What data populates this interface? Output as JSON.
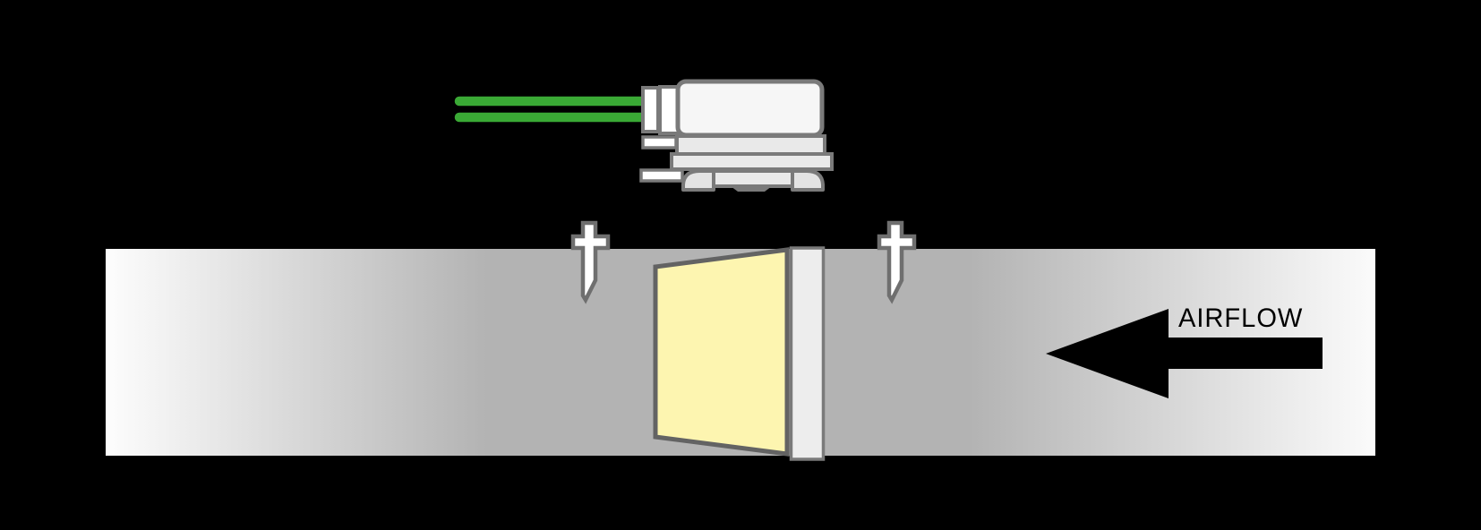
{
  "diagram": {
    "airflow_label": "AIRFLOW",
    "components": {
      "device": "duct-pressure-sensor",
      "wires": "green-wire-leads",
      "screw_left": "mounting-screw",
      "screw_right": "mounting-screw",
      "duct": "air-duct",
      "filter_panel": "filter-panel",
      "filter_frame": "filter-frame-rail",
      "arrow": "airflow-direction-arrow-left"
    },
    "colors": {
      "background": "#000000",
      "duct_gray": "#b3b3b3",
      "duct_highlight": "#fdfdfd",
      "filter_yellow": "#fdf5b0",
      "filter_border": "#636363",
      "frame_white": "#ededed",
      "wire_green": "#3aa935",
      "outline_gray": "#7a7a7a",
      "device_fill": "#f6f6f6",
      "band_fill": "#e9e9e9",
      "arrow_black": "#000000"
    }
  }
}
